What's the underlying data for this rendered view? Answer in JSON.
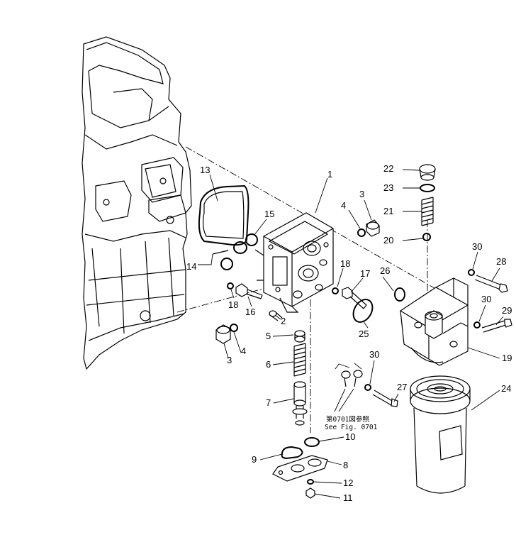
{
  "labels": [
    {
      "id": "1",
      "text": "1"
    },
    {
      "id": "2",
      "text": "2"
    },
    {
      "id": "3a",
      "text": "3"
    },
    {
      "id": "3b",
      "text": "3"
    },
    {
      "id": "4a",
      "text": "4"
    },
    {
      "id": "4b",
      "text": "4"
    },
    {
      "id": "5",
      "text": "5"
    },
    {
      "id": "6",
      "text": "6"
    },
    {
      "id": "7",
      "text": "7"
    },
    {
      "id": "8",
      "text": "8"
    },
    {
      "id": "9",
      "text": "9"
    },
    {
      "id": "10",
      "text": "10"
    },
    {
      "id": "11",
      "text": "11"
    },
    {
      "id": "12",
      "text": "12"
    },
    {
      "id": "13",
      "text": "13"
    },
    {
      "id": "14",
      "text": "14"
    },
    {
      "id": "15",
      "text": "15"
    },
    {
      "id": "16",
      "text": "16"
    },
    {
      "id": "17",
      "text": "17"
    },
    {
      "id": "18a",
      "text": "18"
    },
    {
      "id": "18b",
      "text": "18"
    },
    {
      "id": "19",
      "text": "19"
    },
    {
      "id": "20",
      "text": "20"
    },
    {
      "id": "21",
      "text": "21"
    },
    {
      "id": "22",
      "text": "22"
    },
    {
      "id": "23",
      "text": "23"
    },
    {
      "id": "24",
      "text": "24"
    },
    {
      "id": "25",
      "text": "25"
    },
    {
      "id": "26",
      "text": "26"
    },
    {
      "id": "27",
      "text": "27"
    },
    {
      "id": "28",
      "text": "28"
    },
    {
      "id": "29",
      "text": "29"
    },
    {
      "id": "30a",
      "text": "30"
    },
    {
      "id": "30b",
      "text": "30"
    },
    {
      "id": "30c",
      "text": "30"
    }
  ],
  "reference_note": {
    "line1": "第0701図参照",
    "line2": "See Fig. 0701"
  }
}
